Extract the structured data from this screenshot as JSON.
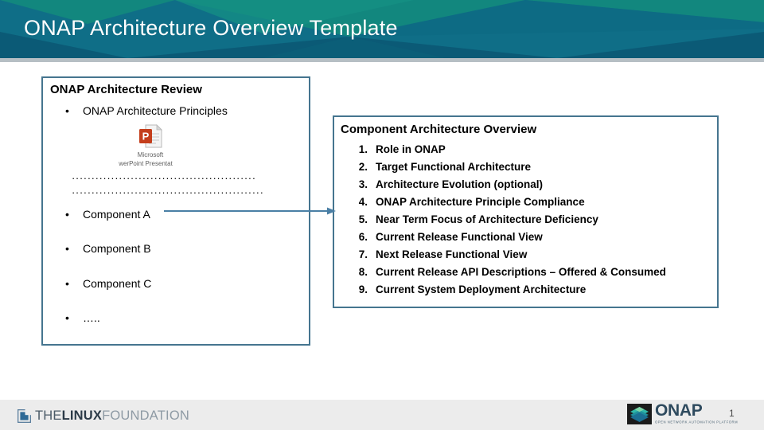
{
  "slide": {
    "title": "ONAP Architecture Overview Template",
    "number": "1"
  },
  "theme": {
    "header_base": "#0f6e87",
    "header_teal": "#13867e",
    "header_green": "#11907f",
    "header_dark_blue": "#0c5b77",
    "box_border": "#45758f",
    "connector": "#4a7fa5",
    "footer_bg": "#ececec",
    "underbar": "#b6bfc4"
  },
  "left_panel": {
    "title": "ONAP Architecture Review",
    "bullets": [
      {
        "marker": "•",
        "label": "ONAP Architecture Principles"
      },
      {
        "marker": "•",
        "label": "Component A"
      },
      {
        "marker": "•",
        "label": "Component B"
      },
      {
        "marker": "•",
        "label": "Component C"
      },
      {
        "marker": "•",
        "label": "….."
      }
    ],
    "embedded_object": {
      "icon": "powerpoint-icon",
      "caption_line_1": "Microsoft",
      "caption_line_2": "werPoint Presentat",
      "icon_letter": "P"
    },
    "placeholder_rows": [
      "···············································",
      "·················································"
    ]
  },
  "right_panel": {
    "title": "Component Architecture Overview",
    "items": [
      {
        "num": "1.",
        "text": "Role in ONAP"
      },
      {
        "num": "2.",
        "text": "Target Functional Architecture"
      },
      {
        "num": "3.",
        "text": "Architecture Evolution (optional)"
      },
      {
        "num": "4.",
        "text": "ONAP Architecture Principle Compliance"
      },
      {
        "num": "5.",
        "text": "Near Term Focus of Architecture Deficiency"
      },
      {
        "num": "6.",
        "text": "Current Release Functional View"
      },
      {
        "num": "7.",
        "text": "Next Release Functional View"
      },
      {
        "num": "8.",
        "text": "Current Release API Descriptions – Offered & Consumed"
      },
      {
        "num": "9.",
        "text": "Current System Deployment Architecture"
      }
    ]
  },
  "footer": {
    "linux_foundation": {
      "icon": "linux-foundation-mark",
      "word_the": "THE",
      "word_linux": "LINUX",
      "word_foundation": "FOUNDATION"
    },
    "onap": {
      "icon": "onap-cube-mark",
      "wordmark": "ONAP",
      "tagline": "OPEN NETWORK AUTOMATION PLATFORM"
    }
  }
}
